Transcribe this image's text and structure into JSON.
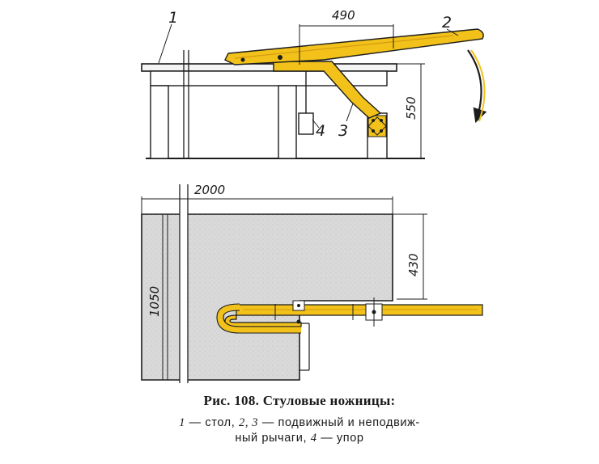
{
  "figure": {
    "dimensions": {
      "lever_reach": "490",
      "table_length": "2000",
      "table_height": "550",
      "table_width": "1050",
      "edge_offset": "430"
    },
    "parts": {
      "table": "1",
      "movable_lever": "2",
      "fixed_lever": "3",
      "stop": "4"
    },
    "colors": {
      "lever": "#f2c21b",
      "lever_shadow": "#d49a10",
      "line": "#1c1c1c",
      "table_top": "#dcdcdc"
    }
  },
  "caption": {
    "title": "Рис. 108. Стуловые ножницы:",
    "legend": [
      {
        "num": "1",
        "text": " — стол, "
      },
      {
        "num": "2, 3",
        "text": " — подвижный и неподвиж-"
      },
      {
        "num": "",
        "text": "ный рычаги, "
      },
      {
        "num": "4",
        "text": " — упор"
      }
    ]
  }
}
